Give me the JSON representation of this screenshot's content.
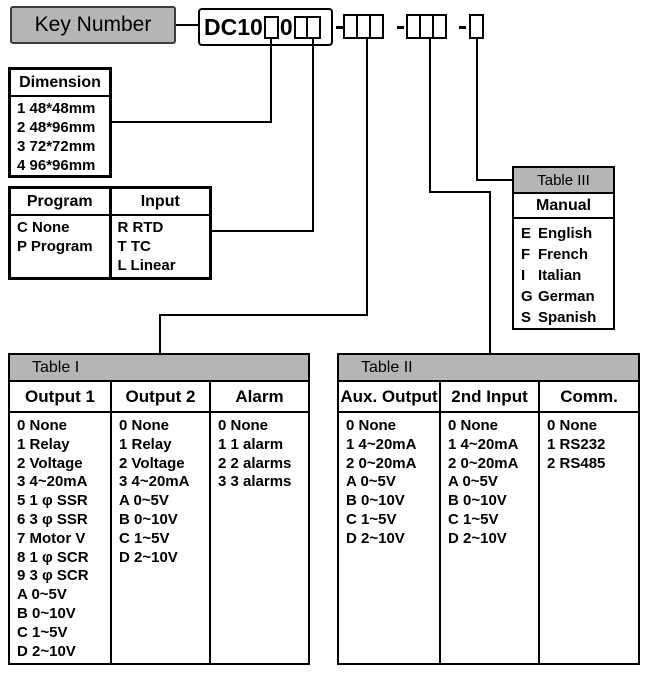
{
  "key_number": {
    "label": "Key Number"
  },
  "code": {
    "prefix": "DC10",
    "fixed_digit": "0",
    "separator": "-"
  },
  "dimension": {
    "title": "Dimension",
    "items": [
      "1 48*48mm",
      "2 48*96mm",
      "3 72*72mm",
      "4 96*96mm"
    ]
  },
  "program_input": {
    "columns": [
      {
        "title": "Program",
        "items": [
          "C None",
          "P Program"
        ]
      },
      {
        "title": "Input",
        "items": [
          "R RTD",
          "T TC",
          "L Linear"
        ]
      }
    ]
  },
  "table1": {
    "title": "Table I",
    "columns": [
      {
        "title": "Output 1",
        "items": [
          "0 None",
          "1 Relay",
          "2 Voltage",
          "3 4~20mA",
          "5 1 φ SSR",
          "6 3 φ SSR",
          "7 Motor V",
          "8 1 φ SCR",
          "9 3 φ SCR",
          "A 0~5V",
          "B 0~10V",
          "C 1~5V",
          "D 2~10V"
        ]
      },
      {
        "title": "Output 2",
        "items": [
          "0 None",
          "1 Relay",
          "2 Voltage",
          "3 4~20mA",
          "A 0~5V",
          "B 0~10V",
          "C 1~5V",
          "D 2~10V"
        ]
      },
      {
        "title": "Alarm",
        "items": [
          "0 None",
          "1 1 alarm",
          "2 2 alarms",
          "3 3 alarms"
        ]
      }
    ]
  },
  "table2": {
    "title": "Table II",
    "columns": [
      {
        "title": "Aux. Output",
        "items": [
          "0 None",
          "1 4~20mA",
          "2 0~20mA",
          "A 0~5V",
          "B 0~10V",
          "C 1~5V",
          "D 2~10V"
        ]
      },
      {
        "title": "2nd Input",
        "items": [
          "0 None",
          "1 4~20mA",
          "2 0~20mA",
          "A 0~5V",
          "B 0~10V",
          "C 1~5V",
          "D 2~10V"
        ]
      },
      {
        "title": "Comm.",
        "items": [
          "0 None",
          "1 RS232",
          "2 RS485"
        ]
      }
    ]
  },
  "table3": {
    "title": "Table III",
    "subtitle": "Manual",
    "items": [
      {
        "code": "E",
        "label": "English"
      },
      {
        "code": "F",
        "label": "French"
      },
      {
        "code": "I",
        "label": "Italian"
      },
      {
        "code": "G",
        "label": "German"
      },
      {
        "code": "S",
        "label": "Spanish"
      }
    ]
  },
  "colors": {
    "header_gray": "#b5b5b5",
    "border": "#000000"
  }
}
